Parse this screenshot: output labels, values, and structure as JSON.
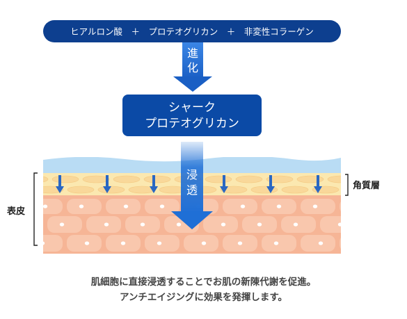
{
  "ingredients_label": "ヒアルロン酸　＋　プロテオグリカン　＋　非変性コラーゲン",
  "evolve_arrow": {
    "line1": "進",
    "line2": "化"
  },
  "product_box": {
    "line1": "シャーク",
    "line2": "プロテオグリカン"
  },
  "penetrate_arrow": {
    "line1": "浸",
    "line2": "透"
  },
  "labels": {
    "stratum_corneum": "角質層",
    "epidermis": "表皮"
  },
  "caption": {
    "line1": "肌細胞に直接浸透することでお肌の新陳代謝を促進。",
    "line2": "アンチエイジングに効果を発揮します。"
  },
  "colors": {
    "navy": "#0d3f8f",
    "box_blue": "#0b4aa6",
    "arrow_blue": "#1f6fd6",
    "skin_surface": "#b9dcf4",
    "stratum": "#fbe8b0",
    "stratum_cell": "#f9d89a",
    "epidermis_bg": "#f6b596",
    "epidermis_cell": "#f9c7ad",
    "nucleus": "#ffffff"
  }
}
